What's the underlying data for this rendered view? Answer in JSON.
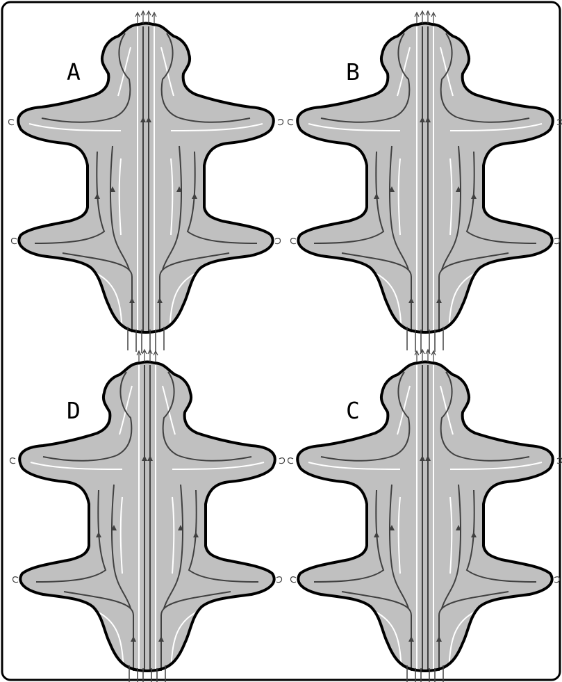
{
  "figure": {
    "panels": [
      {
        "id": "A",
        "label": "A",
        "variant": "narrow-upper-fins"
      },
      {
        "id": "B",
        "label": "B",
        "variant": "wide-fins"
      },
      {
        "id": "D",
        "label": "D",
        "variant": "wide-fins"
      },
      {
        "id": "C",
        "label": "C",
        "variant": "wide-upper-fins"
      }
    ],
    "colors": {
      "body_fill": "#c0c0c0",
      "outline": "#000000",
      "dark_streamline": "#404040",
      "light_streamline": "#ffffff",
      "frame": "#000000"
    }
  }
}
